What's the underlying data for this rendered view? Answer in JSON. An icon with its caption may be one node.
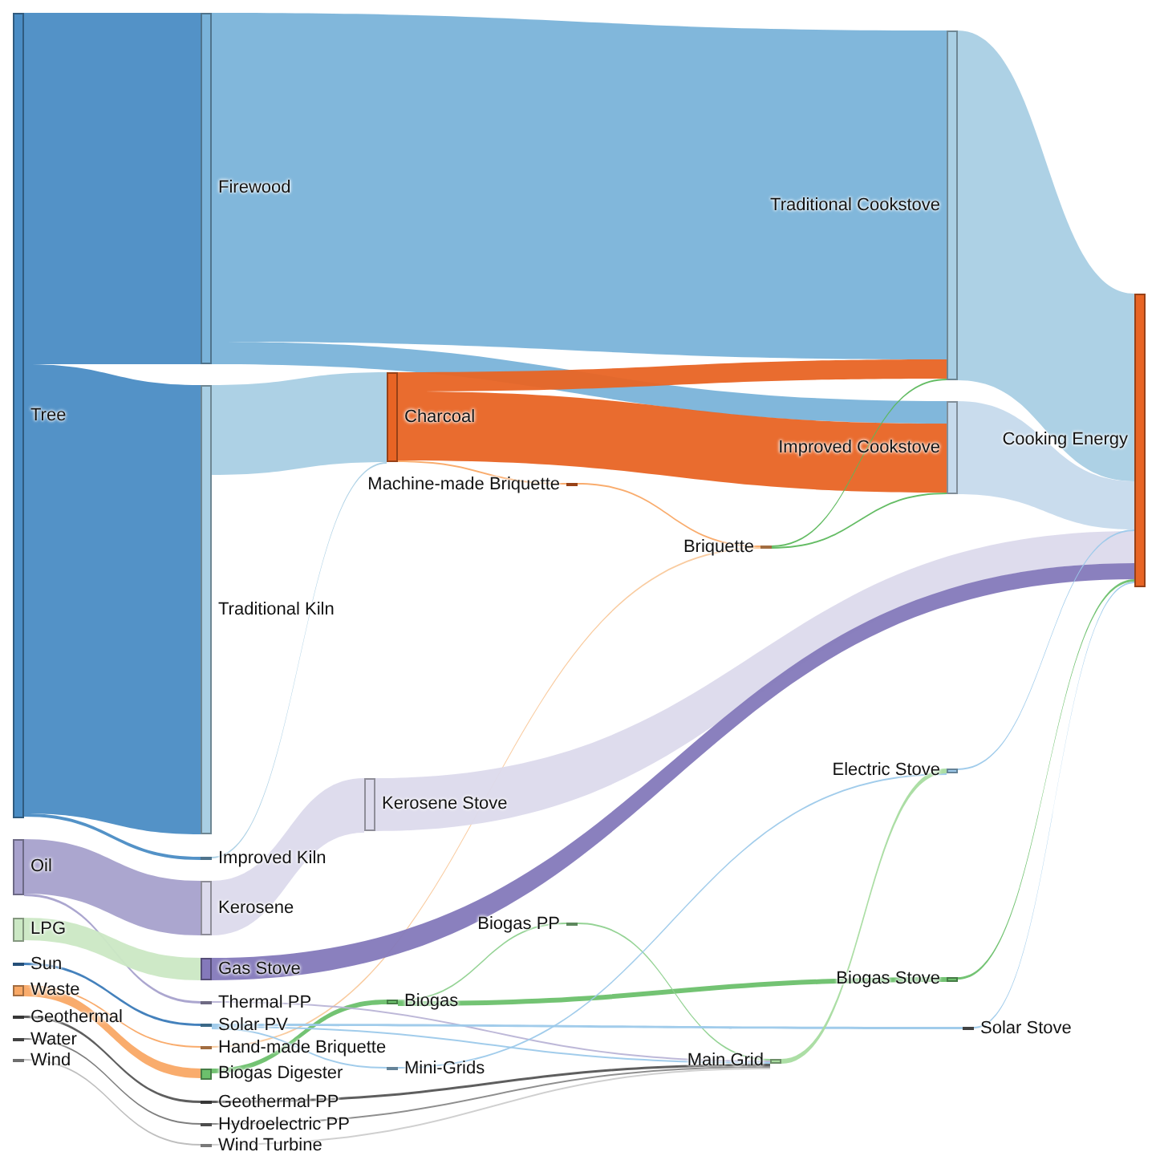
{
  "diagram": {
    "nodes": [
      {
        "text": [
          "Tree"
        ]
      },
      {
        "text": [
          "Oil"
        ]
      },
      {
        "text": [
          "LPG"
        ]
      },
      {
        "text": [
          "Sun"
        ]
      },
      {
        "text": [
          "Waste"
        ]
      },
      {
        "text": [
          "Geothermal"
        ]
      },
      {
        "text": [
          "Water"
        ]
      },
      {
        "text": [
          "Wind"
        ]
      },
      {
        "text": [
          "Firewood"
        ]
      },
      {
        "text": [
          "Traditional Kiln"
        ]
      },
      {
        "text": [
          "Improved Kiln"
        ]
      },
      {
        "text": [
          "Kerosene"
        ]
      },
      {
        "text": [
          "Gas Stove"
        ]
      },
      {
        "text": [
          "Thermal PP"
        ]
      },
      {
        "text": [
          "Solar PV"
        ]
      },
      {
        "text": [
          "Hand-made Briquette"
        ]
      },
      {
        "text": [
          "Biogas Digester"
        ]
      },
      {
        "text": [
          "Geothermal PP"
        ]
      },
      {
        "text": [
          "Hydroelectric PP"
        ]
      },
      {
        "text": [
          "Wind Turbine"
        ]
      },
      {
        "text": [
          "Charcoal"
        ]
      },
      {
        "text": [
          "Machine-made Briquette"
        ]
      },
      {
        "text": [
          "Kerosene Stove"
        ]
      },
      {
        "text": [
          "Biogas"
        ]
      },
      {
        "text": [
          "Mini-Grids"
        ]
      },
      {
        "text": [
          "Briquette"
        ]
      },
      {
        "text": [
          "Biogas PP"
        ]
      },
      {
        "text": [
          "Main Grid"
        ]
      },
      {
        "text": [
          "Traditional Cookstove"
        ]
      },
      {
        "text": [
          "Improved Cookstove"
        ]
      },
      {
        "text": [
          "Electric Stove"
        ]
      },
      {
        "text": [
          "Biogas Stove"
        ]
      },
      {
        "text": [
          "Solar Stove"
        ]
      },
      {
        "text": [
          "Cooking Energy"
        ]
      }
    ],
    "edges": [
      {
        "from": 0,
        "to": 8,
        "arrow": "none",
        "color": "#4a8cc4"
      },
      {
        "from": 0,
        "to": 9,
        "arrow": "none",
        "color": "#4a8cc4"
      },
      {
        "from": 0,
        "to": 10,
        "arrow": "none",
        "color": "#4a8cc4"
      },
      {
        "from": 1,
        "to": 11,
        "arrow": "none",
        "color": "#a7a1cc"
      },
      {
        "from": 1,
        "to": 13,
        "arrow": "none",
        "color": "#a7a1cc"
      },
      {
        "from": 2,
        "to": 12,
        "arrow": "none",
        "color": "#cbe8c4"
      },
      {
        "from": 3,
        "to": 14,
        "arrow": "none",
        "color": "#3a7ab8"
      },
      {
        "from": 4,
        "to": 15,
        "arrow": "none",
        "color": "#f9a865"
      },
      {
        "from": 4,
        "to": 16,
        "arrow": "none",
        "color": "#f9a865"
      },
      {
        "from": 5,
        "to": 17,
        "arrow": "none",
        "color": "#555555"
      },
      {
        "from": 6,
        "to": 18,
        "arrow": "none",
        "color": "#777777"
      },
      {
        "from": 7,
        "to": 19,
        "arrow": "none",
        "color": "#bbbbbb"
      },
      {
        "from": 8,
        "to": 28,
        "arrow": "none",
        "color": "#7ab3d9"
      },
      {
        "from": 8,
        "to": 29,
        "arrow": "none",
        "color": "#7ab3d9"
      },
      {
        "from": 9,
        "to": 20,
        "arrow": "none",
        "color": "#a9cfe4"
      },
      {
        "from": 10,
        "to": 20,
        "arrow": "none",
        "color": "#a9cfe4"
      },
      {
        "from": 20,
        "to": 28,
        "arrow": "none",
        "color": "#e86424"
      },
      {
        "from": 20,
        "to": 29,
        "arrow": "none",
        "color": "#e86424"
      },
      {
        "from": 20,
        "to": 21,
        "arrow": "none",
        "color": "#f9a865"
      },
      {
        "from": 21,
        "to": 25,
        "arrow": "none",
        "color": "#f9a865"
      },
      {
        "from": 15,
        "to": 25,
        "arrow": "none",
        "color": "#f9c89a"
      },
      {
        "from": 25,
        "to": 28,
        "arrow": "none",
        "color": "#5cb85c"
      },
      {
        "from": 25,
        "to": 29,
        "arrow": "none",
        "color": "#5cb85c"
      },
      {
        "from": 11,
        "to": 22,
        "arrow": "none",
        "color": "#dcdaec"
      },
      {
        "from": 28,
        "to": 33,
        "arrow": "none",
        "color": "#a9cfe4"
      },
      {
        "from": 29,
        "to": 33,
        "arrow": "none",
        "color": "#c6daec"
      },
      {
        "from": 22,
        "to": 33,
        "arrow": "none",
        "color": "#dcdaec"
      },
      {
        "from": 12,
        "to": 33,
        "arrow": "none",
        "color": "#8479bb"
      },
      {
        "from": 30,
        "to": 33,
        "arrow": "none",
        "color": "#9cc9ea"
      },
      {
        "from": 31,
        "to": 33,
        "arrow": "none",
        "color": "#6cc06c"
      },
      {
        "from": 32,
        "to": 33,
        "arrow": "none",
        "color": "#9cc9ea"
      },
      {
        "from": 16,
        "to": 23,
        "arrow": "none",
        "color": "#6cc06c"
      },
      {
        "from": 23,
        "to": 26,
        "arrow": "none",
        "color": "#8fd18f"
      },
      {
        "from": 23,
        "to": 31,
        "arrow": "none",
        "color": "#6cc06c"
      },
      {
        "from": 26,
        "to": 27,
        "arrow": "none",
        "color": "#8fd18f"
      },
      {
        "from": 13,
        "to": 27,
        "arrow": "none",
        "color": "#b9b4d6"
      },
      {
        "from": 14,
        "to": 32,
        "arrow": "none",
        "color": "#9cc9ea"
      },
      {
        "from": 14,
        "to": 24,
        "arrow": "none",
        "color": "#9cc9ea"
      },
      {
        "from": 14,
        "to": 27,
        "arrow": "none",
        "color": "#9cc9ea"
      },
      {
        "from": 24,
        "to": 30,
        "arrow": "none",
        "color": "#9cc9ea"
      },
      {
        "from": 17,
        "to": 27,
        "arrow": "none",
        "color": "#555555"
      },
      {
        "from": 18,
        "to": 27,
        "arrow": "none",
        "color": "#888888"
      },
      {
        "from": 19,
        "to": 27,
        "arrow": "none",
        "color": "#cccccc"
      },
      {
        "from": 27,
        "to": 30,
        "arrow": "none",
        "color": "#a8dca0"
      }
    ]
  }
}
